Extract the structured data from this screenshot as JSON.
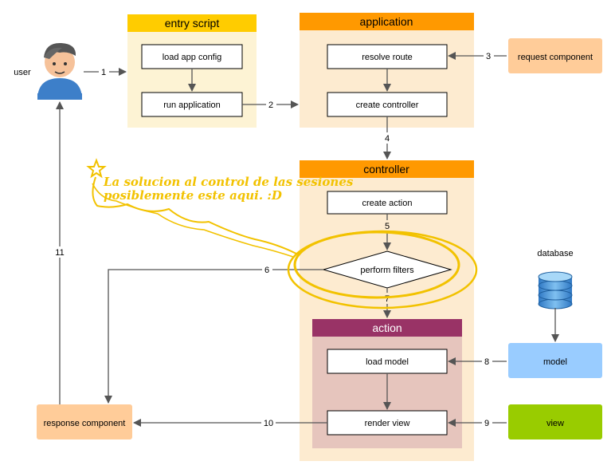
{
  "user": {
    "label": "user"
  },
  "entry_script": {
    "title": "entry script",
    "steps": [
      "load app config",
      "run application"
    ]
  },
  "application": {
    "title": "application",
    "steps": [
      "resolve route",
      "create controller"
    ]
  },
  "request_component": {
    "label": "request component"
  },
  "controller": {
    "title": "controller",
    "steps": [
      "create action",
      "perform filters"
    ]
  },
  "action": {
    "title": "action",
    "steps": [
      "load model",
      "render view"
    ]
  },
  "database": {
    "label": "database"
  },
  "model": {
    "label": "model"
  },
  "view": {
    "label": "view"
  },
  "response_component": {
    "label": "response component"
  },
  "arrows": {
    "a1": "1",
    "a2": "2",
    "a3": "3",
    "a4": "4",
    "a5": "5",
    "a6": "6",
    "a7": "7",
    "a8": "8",
    "a9": "9",
    "a10": "10",
    "a11": "11"
  },
  "annotation": {
    "line1": "La  solucion al control de las sesiones",
    "line2": "posiblemente este aqui. :D"
  },
  "colors": {
    "entry_header": "#ffcc00",
    "entry_bg": "#fdf3d4",
    "app_header": "#ff9900",
    "app_bg": "#fdebd0",
    "action_header": "#993366",
    "action_bg": "#e6c5bd",
    "request_bg": "#ffcc99",
    "response_bg": "#ffcc99",
    "model_bg": "#99ccff",
    "view_bg": "#99cc00",
    "annotation": "#f2c200",
    "arrow": "#555555"
  }
}
